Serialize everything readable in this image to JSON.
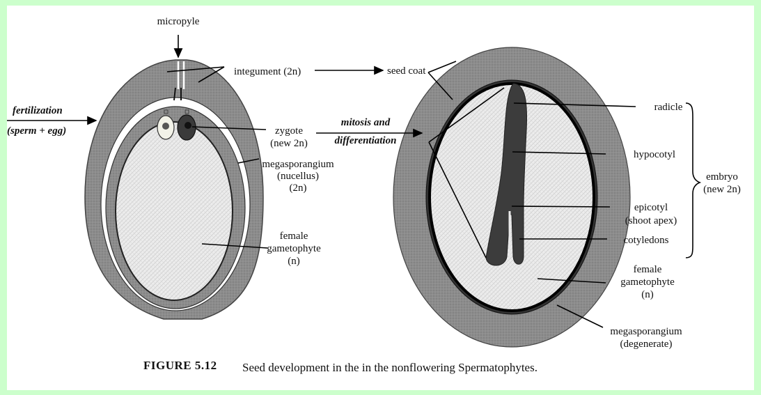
{
  "left_diagram": {
    "micropyle": "micropyle",
    "integument": "integument (2n)",
    "fertilization": "fertilization",
    "sperm_egg": "(sperm + egg)",
    "zygote": "zygote",
    "zygote_ploidy": "(new 2n)",
    "megasporangium": "megasporangium",
    "nucellus": "(nucellus)",
    "megasporangium_ploidy": "(2n)",
    "female": "female",
    "gametophyte": "gametophyte",
    "gametophyte_ploidy": "(n)"
  },
  "transition": {
    "line1": "mitosis and",
    "line2": "differentiation"
  },
  "right_diagram": {
    "seed_coat": "seed coat",
    "radicle": "radicle",
    "hypocotyl": "hypocotyl",
    "embryo": "embryo",
    "embryo_ploidy": "(new 2n)",
    "epicotyl": "epicotyl",
    "shoot_apex": "(shoot apex)",
    "cotyledons": "cotyledons",
    "female": "female",
    "gametophyte": "gametophyte",
    "gametophyte_ploidy": "(n)",
    "megasporangium": "megasporangium",
    "degenerate": "(degenerate)"
  },
  "caption": {
    "number": "FIGURE 5.12",
    "text": "Seed development in the in the nonflowering Spermatophytes."
  }
}
